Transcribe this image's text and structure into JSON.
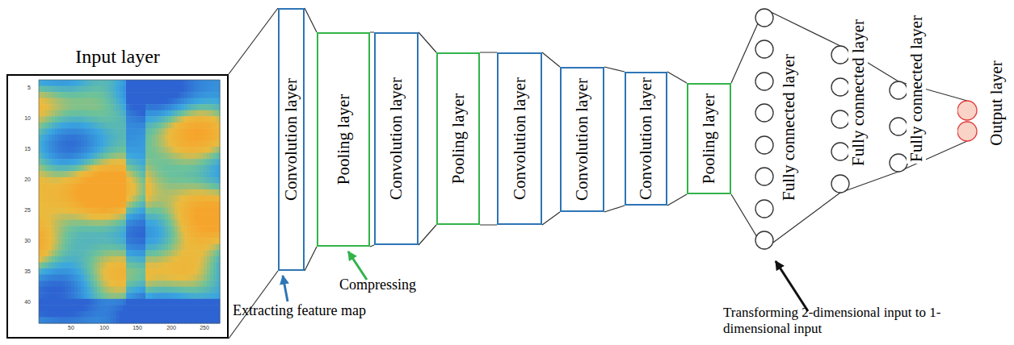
{
  "diagram": {
    "nodes": [
      {
        "text": [
          "Input layer"
        ]
      },
      {
        "text": [
          "Convolution layer"
        ]
      },
      {
        "text": [
          "Pooling layer"
        ]
      },
      {
        "text": [
          "Convolution layer"
        ]
      },
      {
        "text": [
          "Pooling layer"
        ]
      },
      {
        "text": [
          "Convolution layer"
        ]
      },
      {
        "text": [
          "Convolution layer"
        ]
      },
      {
        "text": [
          "Convolution layer"
        ]
      },
      {
        "text": [
          "Pooling layer"
        ]
      },
      {
        "text": [
          "Fully connected layer"
        ]
      },
      {
        "text": [
          "Fully connected layer"
        ]
      },
      {
        "text": [
          "Fully connected layer"
        ]
      },
      {
        "text": [
          "Output layer"
        ]
      }
    ],
    "edges": [
      {
        "from": 0,
        "to": 1,
        "arrow": "none"
      },
      {
        "from": 1,
        "to": 2,
        "arrow": "none"
      },
      {
        "from": 2,
        "to": 3,
        "arrow": "none"
      },
      {
        "from": 3,
        "to": 4,
        "arrow": "none"
      },
      {
        "from": 4,
        "to": 5,
        "arrow": "none"
      },
      {
        "from": 5,
        "to": 6,
        "arrow": "none"
      },
      {
        "from": 6,
        "to": 7,
        "arrow": "none"
      },
      {
        "from": 7,
        "to": 8,
        "arrow": "none"
      },
      {
        "from": 8,
        "to": 9,
        "arrow": "none"
      },
      {
        "from": 9,
        "to": 10,
        "arrow": "none"
      },
      {
        "from": 10,
        "to": 11,
        "arrow": "none"
      },
      {
        "from": 11,
        "to": 12,
        "arrow": "none"
      }
    ],
    "labels": [
      "5",
      "10",
      "15",
      "20",
      "25",
      "30",
      "35",
      "40",
      "50",
      "100",
      "150",
      "200",
      "250",
      "Extracting feature map",
      "Compressing",
      "Transforming 2-dimensional input to 1-dimensional input"
    ]
  }
}
